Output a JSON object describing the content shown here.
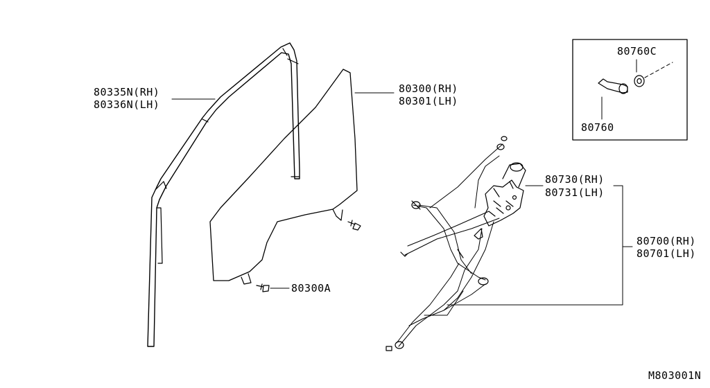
{
  "diagram": {
    "code": "M803001N",
    "parts": {
      "sash_rh": "80335N(RH)",
      "sash_lh": "80336N(LH)",
      "glass_rh": "80300(RH)",
      "glass_lh": "80301(LH)",
      "bolt": "80300A",
      "motor_rh": "80730(RH)",
      "motor_lh": "80731(LH)",
      "regulator_rh": "80700(RH)",
      "regulator_lh": "80701(LH)",
      "handle_washer": "80760C",
      "handle": "80760"
    }
  }
}
